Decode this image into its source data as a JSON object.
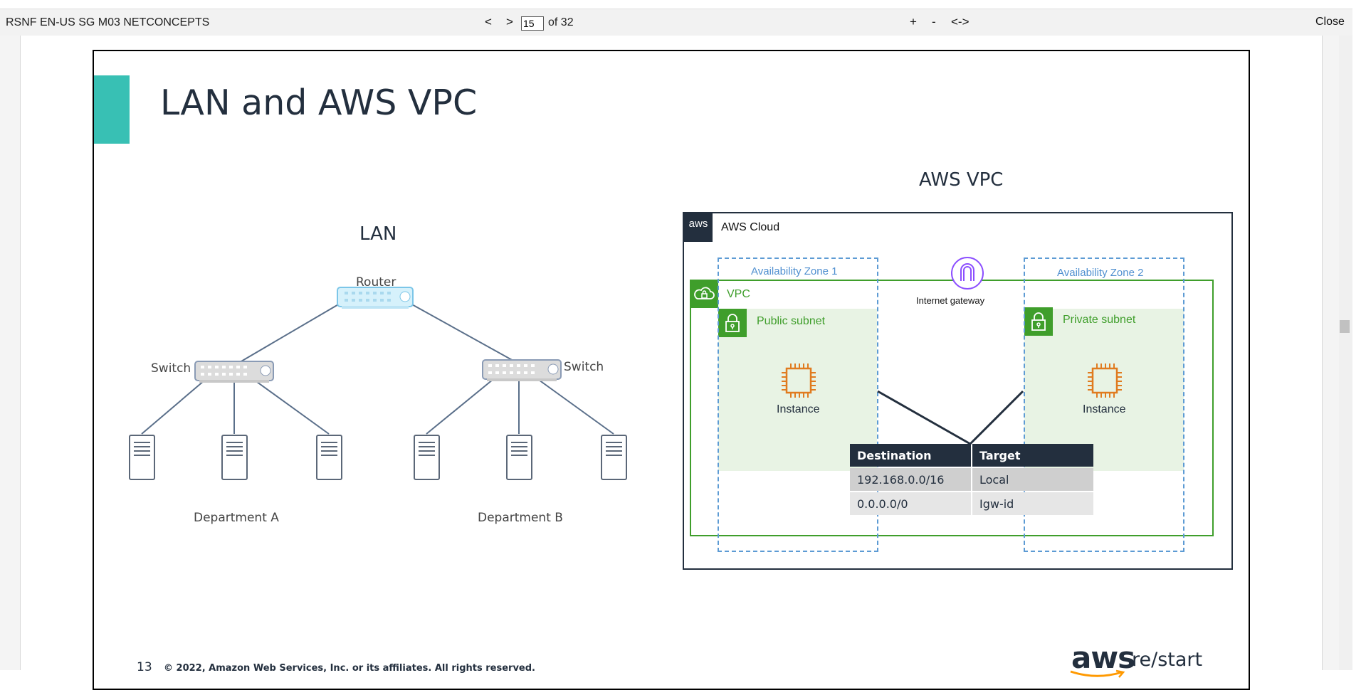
{
  "toolbar": {
    "doc_title": "RSNF EN-US SG M03 NETCONCEPTS",
    "prev_label": "<",
    "next_label": ">",
    "page_value": "15",
    "page_total": "of 32",
    "zoom_in_label": "+",
    "zoom_out_label": "-",
    "fit_label": "<->",
    "close_label": "Close"
  },
  "slide": {
    "title": "LAN and AWS VPC",
    "page_number": "13",
    "copyright": "© 2022, Amazon Web Services, Inc. or its affiliates. All rights reserved.",
    "logo_aws": "aws",
    "logo_restart": "re/start",
    "colors": {
      "accent": "#38c0b4",
      "navy": "#232f3e",
      "vpc_green": "#3f9e2b",
      "az_blue": "#5d9bd4",
      "instance_orange": "#e07b1f",
      "igw_purple": "#8c4fff"
    }
  },
  "lan": {
    "heading": "LAN",
    "router_label": "Router",
    "switch_left_label": "Switch",
    "switch_right_label": "Switch",
    "dept_a_label": "Department A",
    "dept_b_label": "Department B"
  },
  "vpc": {
    "heading": "AWS VPC",
    "cloud_badge": "aws",
    "cloud_label": "AWS Cloud",
    "vpc_label": "VPC",
    "az1_label": "Availability Zone 1",
    "az2_label": "Availability Zone 2",
    "igw_label": "Internet gateway",
    "public_subnet_label": "Public subnet",
    "private_subnet_label": "Private subnet",
    "instance1_label": "Instance",
    "instance2_label": "Instance",
    "route_table": {
      "headers": [
        "Destination",
        "Target"
      ],
      "rows": [
        [
          "192.168.0.0/16",
          "Local"
        ],
        [
          "0.0.0.0/0",
          "Igw-id"
        ]
      ]
    }
  }
}
